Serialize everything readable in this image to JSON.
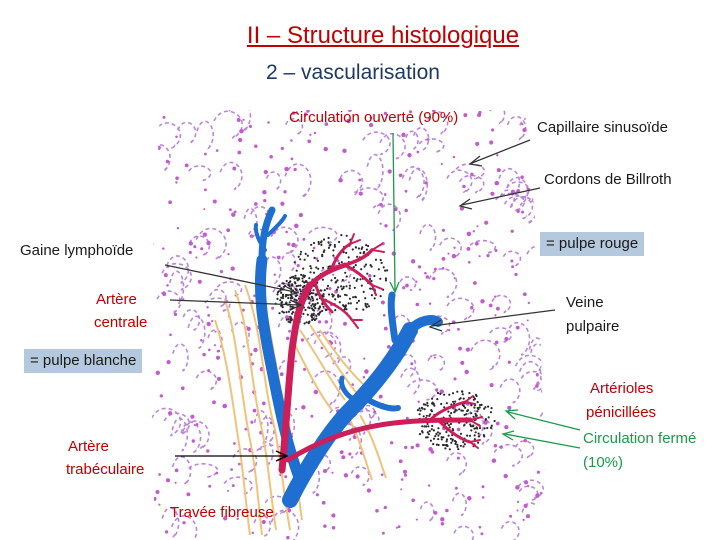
{
  "title": "II – Structure histologique",
  "subtitle": "2 – vascularisation",
  "labels": {
    "circulation_ouverte": "Circulation ouverte (90%)",
    "capillaire_sinusoide": "Capillaire sinusoïde",
    "cordons_billroth": "Cordons de Billroth",
    "pulpe_rouge": "= pulpe rouge",
    "gaine_lymphoide": "Gaine lymphoïde",
    "artere_centrale_1": "Artère",
    "artere_centrale_2": "centrale",
    "veine_pulpaire_1": "Veine",
    "veine_pulpaire_2": "pulpaire",
    "pulpe_blanche": "= pulpe blanche",
    "arterioles_1": "Artérioles",
    "arterioles_2": "pénicillées",
    "circulation_fermee_1": "Circulation fermé",
    "circulation_fermee_2": "(10%)",
    "artere_trabeculaire_1": "Artère",
    "artere_trabeculaire_2": "trabéculaire",
    "travee_fibreuse": "Travée fibreuse"
  },
  "colors": {
    "title": "#c00000",
    "subtitle": "#1f3864",
    "artery": "#cc1f5a",
    "vein": "#1e6fd0",
    "fibrous": "#f1c27a",
    "sinusoid": "#b070d8",
    "lymphoid": "#2a2a2a",
    "green_arrow": "#1a9a4a",
    "label_box": "#b4c9dd"
  }
}
